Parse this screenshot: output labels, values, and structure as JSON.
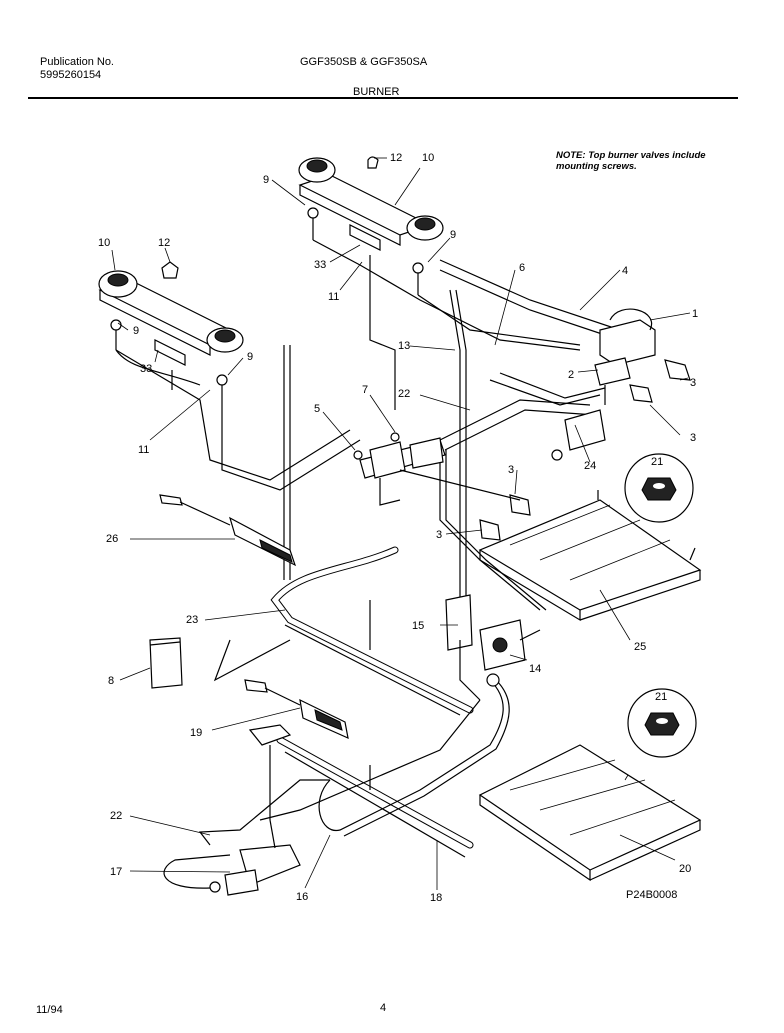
{
  "header": {
    "publication_label": "Publication No.",
    "publication_number": "5995260154",
    "model": "GGF350SB & GGF350SA",
    "section": "BURNER"
  },
  "note": "NOTE: Top burner valves include mounting screws.",
  "part_numbers": [
    "1",
    "2",
    "3",
    "3",
    "3",
    "3",
    "4",
    "5",
    "6",
    "7",
    "8",
    "9",
    "9",
    "9",
    "9",
    "10",
    "10",
    "11",
    "11",
    "12",
    "12",
    "13",
    "14",
    "15",
    "16",
    "17",
    "18",
    "19",
    "20",
    "21",
    "21",
    "22",
    "22",
    "23",
    "24",
    "25",
    "26",
    "33",
    "33"
  ],
  "drawing_code": "P24B0008",
  "footer": {
    "date": "11/94",
    "page": "4"
  }
}
